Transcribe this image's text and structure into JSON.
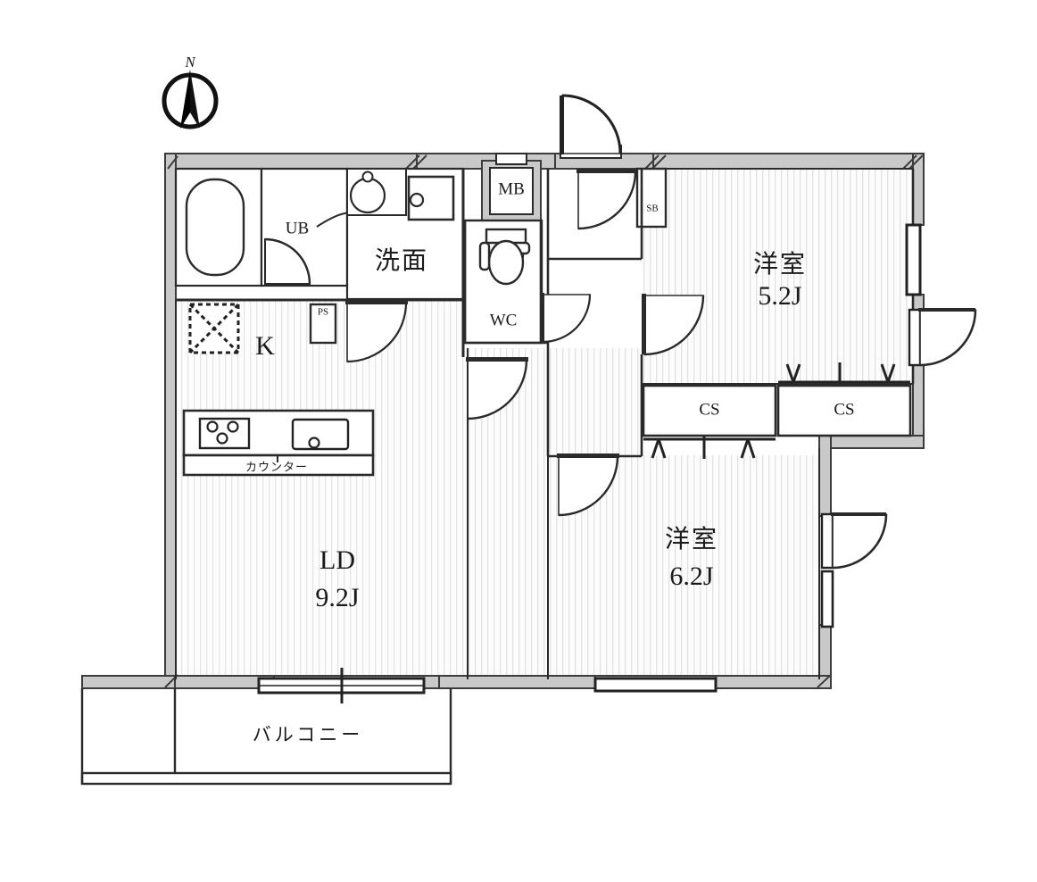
{
  "plan": {
    "title": "Apartment Floor Plan",
    "orientation": {
      "label": "N",
      "icon": "compass-north-icon"
    },
    "rooms": [
      {
        "id": "ub",
        "label": "UB",
        "sublabel": "",
        "script": "latin"
      },
      {
        "id": "senmen",
        "label": "洗面",
        "sublabel": "",
        "script": "jp"
      },
      {
        "id": "wc",
        "label": "WC",
        "sublabel": "",
        "script": "latin"
      },
      {
        "id": "mb",
        "label": "MB",
        "sublabel": "",
        "script": "latin"
      },
      {
        "id": "sb",
        "label": "SB",
        "sublabel": "",
        "script": "latin"
      },
      {
        "id": "ps",
        "label": "PS",
        "sublabel": "",
        "script": "latin"
      },
      {
        "id": "k",
        "label": "K",
        "sublabel": "",
        "script": "latin"
      },
      {
        "id": "ld",
        "label": "LD",
        "sublabel": "9.2J",
        "script": "latin"
      },
      {
        "id": "washitsu_52",
        "label": "洋室",
        "sublabel": "5.2J",
        "script": "jp"
      },
      {
        "id": "washitsu_62",
        "label": "洋室",
        "sublabel": "6.2J",
        "script": "jp"
      },
      {
        "id": "cs_left",
        "label": "CS",
        "sublabel": "",
        "script": "latin"
      },
      {
        "id": "cs_right",
        "label": "CS",
        "sublabel": "",
        "script": "latin"
      },
      {
        "id": "balcony",
        "label": "バルコニー",
        "sublabel": "",
        "script": "jp"
      },
      {
        "id": "counter",
        "label": "カウンター",
        "sublabel": "",
        "script": "jp"
      }
    ],
    "fixtures": [
      {
        "id": "bathtub",
        "name": "bathtub-fixture"
      },
      {
        "id": "toilet",
        "name": "toilet-fixture"
      },
      {
        "id": "lavatory",
        "name": "lavatory-sink-fixture"
      },
      {
        "id": "washer",
        "name": "washing-machine-space"
      },
      {
        "id": "mirror",
        "name": "bathroom-mirror"
      },
      {
        "id": "fridge",
        "name": "refrigerator-space"
      },
      {
        "id": "stove",
        "name": "gas-stove-3burner"
      },
      {
        "id": "kitchensink",
        "name": "kitchen-sink"
      }
    ],
    "colors": {
      "wall_fill": "#c8c8c8",
      "wall_stroke": "#3a3a3a",
      "line": "#222222",
      "floor_tatami": "#fbfbfb",
      "background": "#ffffff"
    },
    "labels": {
      "north": "N",
      "ub": "UB",
      "senmen": "洗面",
      "wc": "WC",
      "mb": "MB",
      "sb": "SB",
      "ps": "PS",
      "k": "K",
      "ld": "LD",
      "ld_area": "9.2J",
      "room52": "洋室",
      "room52_area": "5.2J",
      "room62": "洋室",
      "room62_area": "6.2J",
      "cs1": "CS",
      "cs2": "CS",
      "counter": "カウンター",
      "balcony": "バルコニー"
    }
  }
}
